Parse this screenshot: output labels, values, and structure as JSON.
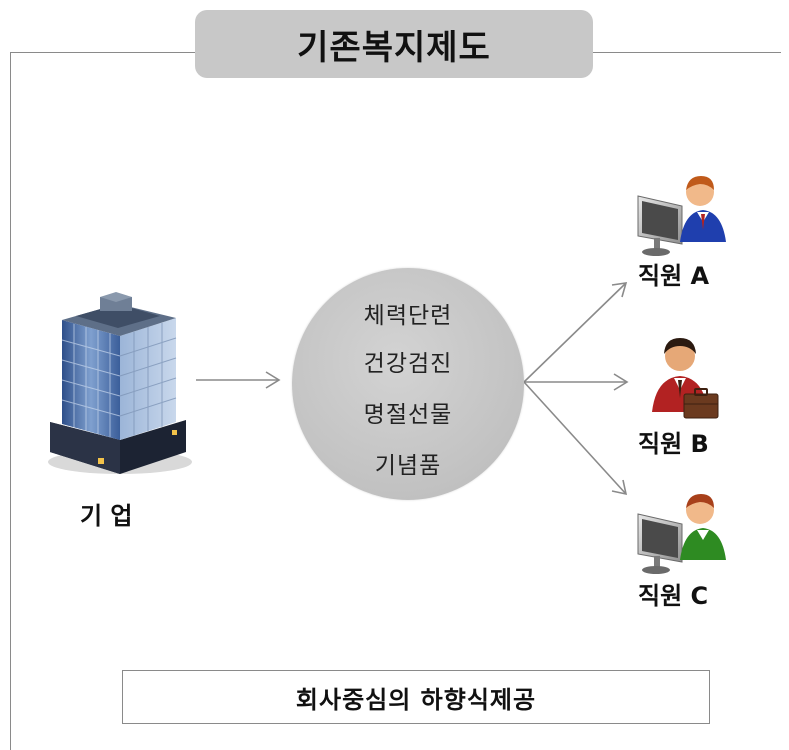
{
  "title": "기존복지제도",
  "company": {
    "label": "기 업",
    "icon": "office-building-icon"
  },
  "benefits": [
    "체력단련",
    "건강검진",
    "명절선물",
    "기념품"
  ],
  "employees": [
    {
      "label": "직원 A",
      "icon": "employee-at-computer-icon",
      "shirt_color": "#1f3fae"
    },
    {
      "label": "직원 B",
      "icon": "businessman-with-briefcase-icon",
      "shirt_color": "#b22222"
    },
    {
      "label": "직원 C",
      "icon": "employee-at-computer-icon",
      "shirt_color": "#2e8b22"
    }
  ],
  "footer": "회사중심의 하향식제공",
  "colors": {
    "title_box": "#c8c8c8",
    "circle": "#c4c4c4",
    "lines": "#8a8a8a"
  }
}
